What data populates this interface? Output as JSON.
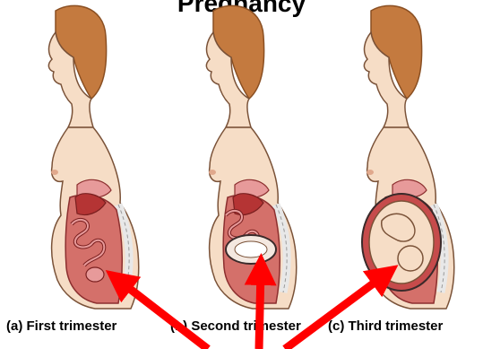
{
  "title": "Pregnancy",
  "panels": [
    {
      "caption": "(a) First trimester"
    },
    {
      "caption": "(b) Second trimester"
    },
    {
      "caption": "(c) Third trimester"
    }
  ],
  "colors": {
    "skin": "#f6ddc6",
    "hair": "#c47a3f",
    "organ_red": "#c64b4b",
    "organ_pink": "#e79a9a",
    "arrow_red": "#ff0000"
  }
}
